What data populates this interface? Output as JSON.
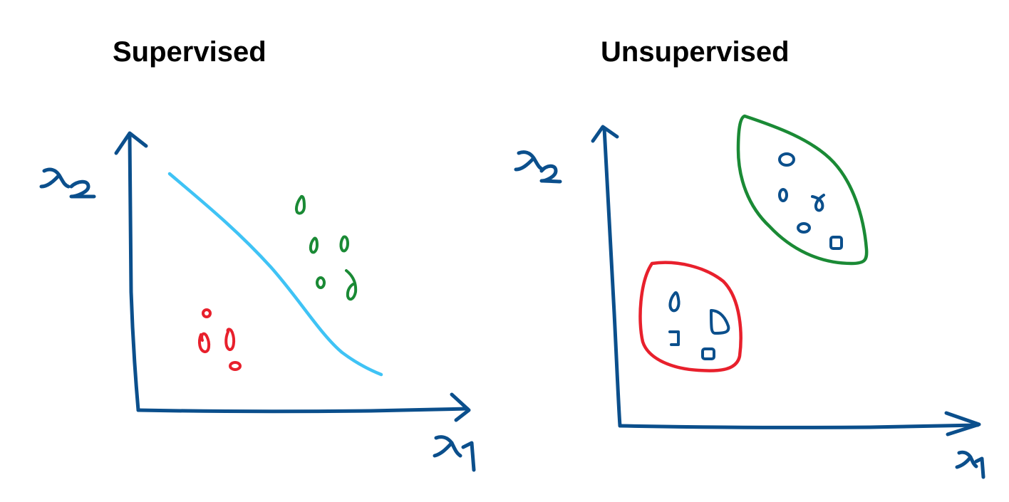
{
  "panels": [
    {
      "title": "Supervised",
      "x_label": {
        "base": "x",
        "sub": "1"
      },
      "y_label": {
        "base": "x",
        "sub": "2"
      }
    },
    {
      "title": "Unsupervised",
      "x_label": {
        "base": "x",
        "sub": "1"
      },
      "y_label": {
        "base": "x",
        "sub": "2"
      }
    }
  ],
  "colors": {
    "axis": "#0b4f8c",
    "class_a": "#e8202c",
    "class_b": "#1a8a35",
    "boundary": "#3fc3f5",
    "unlabeled": "#0b4f8c",
    "title": "#000000"
  }
}
